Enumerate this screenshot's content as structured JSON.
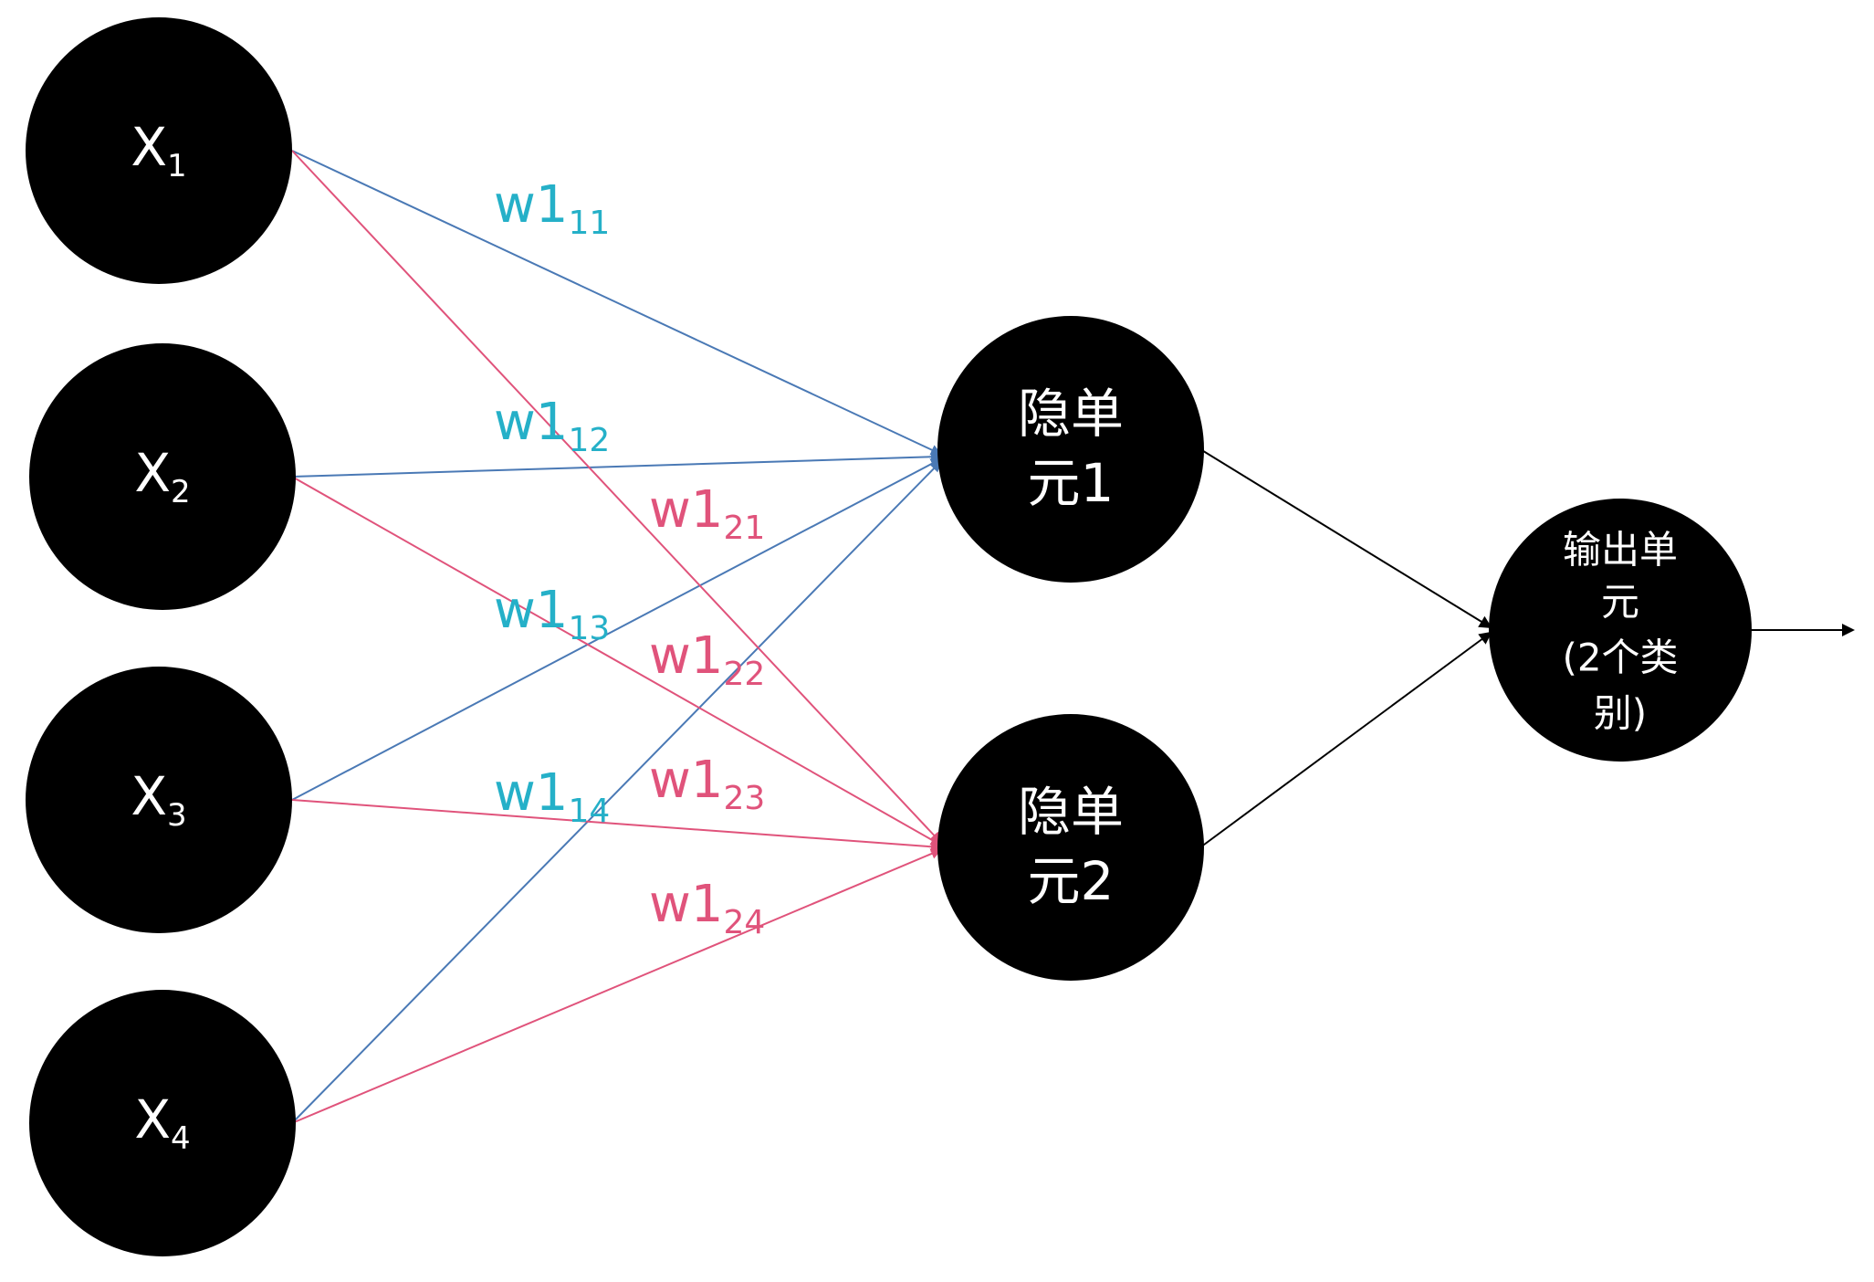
{
  "colors": {
    "blue_edge": "#4a79b5",
    "pink_edge": "#e0537b",
    "blue_label": "#25b0c8",
    "pink_label": "#e0537b",
    "node_fill": "#000000",
    "node_text": "#ffffff",
    "black_edge": "#000000"
  },
  "inputs": [
    {
      "main": "X",
      "sub": "1"
    },
    {
      "main": "X",
      "sub": "2"
    },
    {
      "main": "X",
      "sub": "3"
    },
    {
      "main": "X",
      "sub": "4"
    }
  ],
  "hidden_units": [
    {
      "lines": [
        "隐单",
        "元1"
      ]
    },
    {
      "lines": [
        "隐单",
        "元2"
      ]
    }
  ],
  "output_unit": {
    "lines": [
      "输出单",
      "元",
      "(2个类",
      "别)"
    ]
  },
  "weights_to_hidden1": [
    {
      "main": "w1",
      "sub": "11"
    },
    {
      "main": "w1",
      "sub": "12"
    },
    {
      "main": "w1",
      "sub": "13"
    },
    {
      "main": "w1",
      "sub": "14"
    }
  ],
  "weights_to_hidden2": [
    {
      "main": "w1",
      "sub": "21"
    },
    {
      "main": "w1",
      "sub": "22"
    },
    {
      "main": "w1",
      "sub": "23"
    },
    {
      "main": "w1",
      "sub": "24"
    }
  ]
}
